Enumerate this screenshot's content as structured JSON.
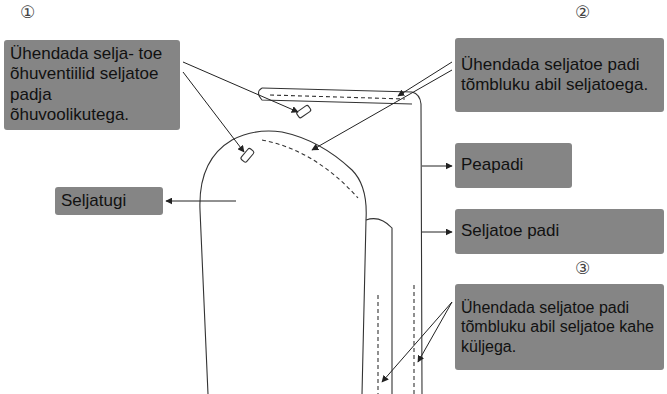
{
  "diagram": {
    "nodes": [
      {
        "text": [
          "Ühendada selja- toe õhuventiilid seljatoe padja õhuvoolikutega."
        ]
      },
      {
        "text": [
          "Ühendada seljatoe padi tõmbluku abil seljatoega."
        ]
      },
      {
        "text": [
          "Seljatugi"
        ]
      },
      {
        "text": [
          "Peapadi"
        ]
      },
      {
        "text": [
          "Seljatoe padi"
        ]
      },
      {
        "text": [
          "Ühendada seljatoe padi tõmbluku abil seljatoe kahe küljega."
        ]
      }
    ],
    "labels": [
      "①",
      "②",
      "③"
    ]
  }
}
